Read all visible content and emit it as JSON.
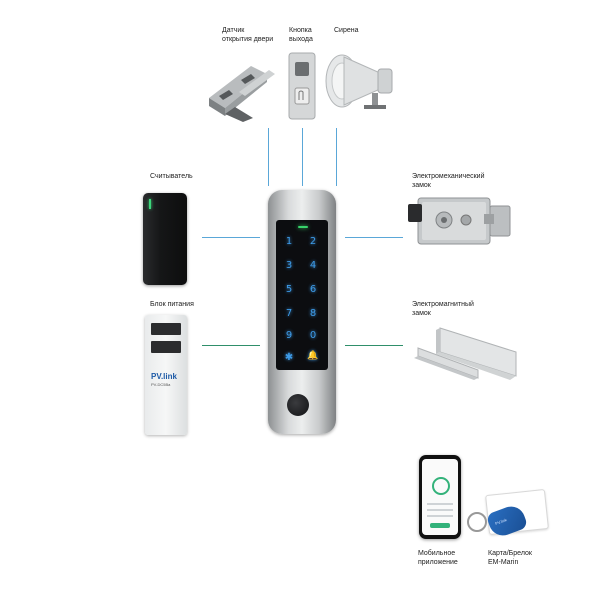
{
  "labels": {
    "door_sensor": "Датчик\nоткрытия двери",
    "exit_button": "Кнопка\nвыхода",
    "siren": "Сирена",
    "reader": "Считыватель",
    "power_unit": "Блок питания",
    "electromech_lock": "Электромеханический\nзамок",
    "electromag_lock": "Электромагнитный\nзамок",
    "mobile_app": "Мобильное\nприложение",
    "card_fob": "Карта/Брелок\nEM-Marin"
  },
  "keypad": {
    "keys": [
      "1",
      "2",
      "3",
      "4",
      "5",
      "6",
      "7",
      "8",
      "9",
      "0",
      "✱",
      "🔔"
    ]
  },
  "psu": {
    "brand": "PV.link",
    "model": "PV-DC5Ba"
  },
  "fob": {
    "mark": "PV.link"
  },
  "colors": {
    "wire_blue": "#5aa7d8",
    "wire_green": "#2f8f6a",
    "key_glow": "#3e9be8",
    "led_green": "#38d36b"
  }
}
